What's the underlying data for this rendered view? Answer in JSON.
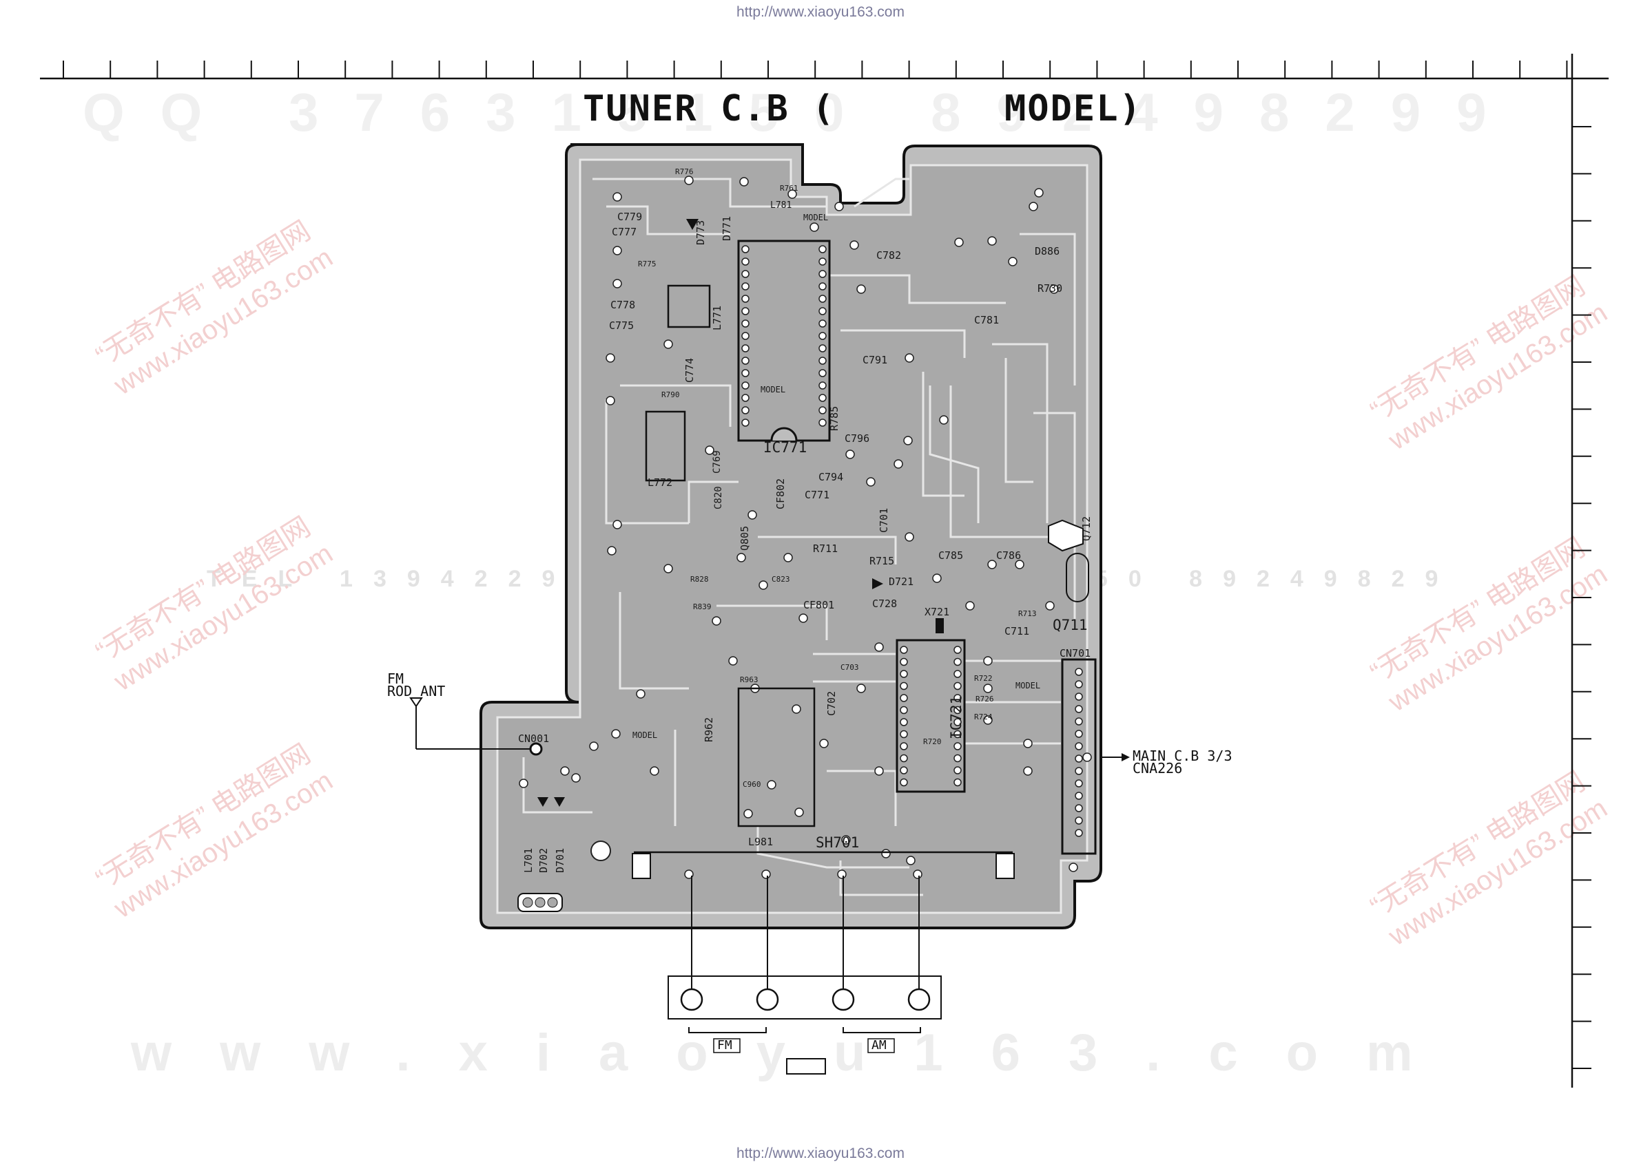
{
  "header_url": "http://www.xiaoyu163.com",
  "footer_url": "http://www.xiaoyu163.com",
  "title": {
    "left": "TUNER C.B (",
    "right": "MODEL)"
  },
  "watermarks": {
    "qq": "QQ 376315150 892498299",
    "www": "www.xiaoyu163.com",
    "phone": "TEL 13942296513",
    "phone_right": "150 89249829",
    "diag_line1": "“无奇不有” 电路图网",
    "diag_line2": "www.xiaoyu163.com"
  },
  "antenna_label": {
    "line1": "FM",
    "line2": "ROD ANT"
  },
  "main_cb_label": {
    "line1": "MAIN C.B 3/3",
    "line2": "CNA226"
  },
  "terminal_labels": {
    "fm": "FM",
    "am": "AM"
  },
  "components": {
    "ic771": "IC771",
    "ic721": "IC721",
    "cn701": "CN701",
    "cn001": "CN001",
    "sh701": "SH701",
    "l981": "L981",
    "l772": "L772",
    "l771": "L771",
    "q711": "Q711",
    "q712": "Q712",
    "x721": "X721",
    "cf801": "CF801",
    "cf802": "CF802",
    "q805": "Q805",
    "d886": "D886",
    "r730": "R730",
    "r715": "R715",
    "d721": "D721",
    "c728": "C728",
    "c785": "C785",
    "c786": "C786",
    "c711": "C711",
    "c779": "C779",
    "c777": "C777",
    "c778": "C778",
    "c775": "C775",
    "c774": "C774",
    "c782": "C782",
    "c781": "C781",
    "c791": "C791",
    "c796": "C796",
    "c794": "C794",
    "c771": "C771",
    "c701": "C701",
    "c702": "C702",
    "r711": "R711",
    "r962": "R962",
    "r785": "R785",
    "d771": "D771",
    "d773": "D773",
    "l701": "L701",
    "d702": "D702",
    "d701": "D701",
    "r776": "R776",
    "r761": "R761",
    "l781": "L781",
    "model": "MODEL",
    "c820": "C820",
    "c769": "C769",
    "r713": "R713",
    "r775": "R775",
    "r790": "R790",
    "r963": "R963",
    "c823": "C823",
    "r828": "R828",
    "r839": "R839",
    "c703": "C703",
    "r722": "R722",
    "r726": "R726",
    "r724": "R724",
    "r720": "R720",
    "c960": "C960"
  }
}
